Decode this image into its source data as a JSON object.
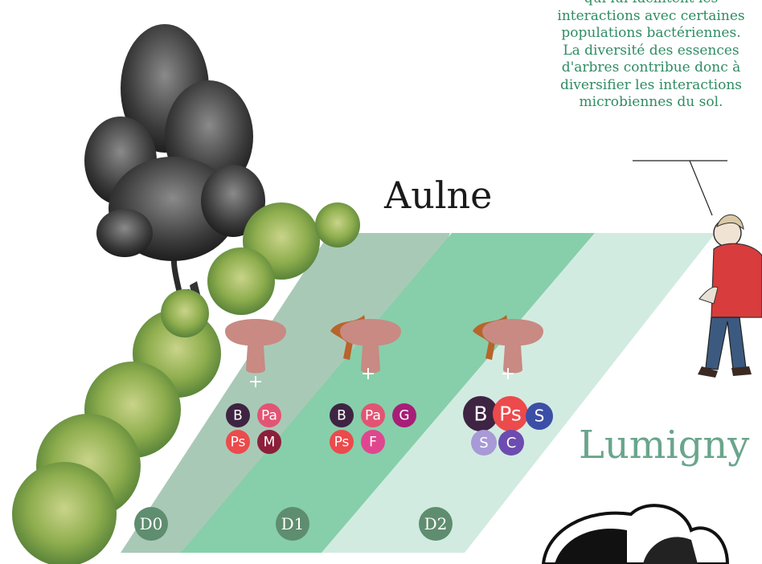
{
  "quote_lines": [
    "qui lui facilitent les",
    "interactions avec certaines",
    "populations bactériennes.",
    "La diversité des essences",
    "d'arbres contribue donc à",
    "diversifier les interactions",
    "microbiennes du sol."
  ],
  "sites": {
    "aulne": "Aulne",
    "lumigny": "Lumigny"
  },
  "zones": [
    {
      "label": "D0",
      "color": "#a9c9b7"
    },
    {
      "label": "D1",
      "color": "#86cfaa"
    },
    {
      "label": "D2",
      "color": "#d2ebe1"
    }
  ],
  "plus": "+",
  "groups": [
    {
      "zone": "D0",
      "mushroom": "single",
      "badges": [
        {
          "label": "B",
          "color": "#3e2442"
        },
        {
          "label": "Pa",
          "color": "#e25473"
        },
        {
          "label": "Ps",
          "color": "#ec4a4c"
        },
        {
          "label": "M",
          "color": "#8c1f3a"
        }
      ]
    },
    {
      "zone": "D1",
      "mushroom": "double",
      "badges": [
        {
          "label": "B",
          "color": "#3e2442"
        },
        {
          "label": "Pa",
          "color": "#e25473"
        },
        {
          "label": "G",
          "color": "#a81d78"
        },
        {
          "label": "Ps",
          "color": "#ec4a4c"
        },
        {
          "label": "F",
          "color": "#e0468f"
        }
      ]
    },
    {
      "zone": "D2",
      "mushroom": "double",
      "badges": [
        {
          "label": "B",
          "color": "#3e2442"
        },
        {
          "label": "Ps",
          "color": "#ec4a4c"
        },
        {
          "label": "S",
          "color": "#3c4fa6"
        },
        {
          "label": "S",
          "color": "#a79ad6"
        },
        {
          "label": "C",
          "color": "#6c4cb0"
        }
      ]
    }
  ],
  "colors": {
    "mushroom_pink": "#c88a82",
    "mushroom_brown": "#b8642a",
    "zone_label_bg": "#5f8d6f"
  }
}
